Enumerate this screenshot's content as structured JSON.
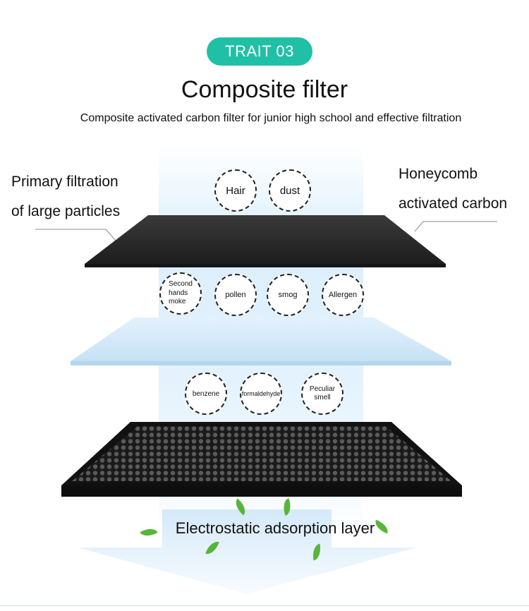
{
  "badge": {
    "label": "TRAIT 03"
  },
  "title": "Composite filter",
  "subtitle": "Composite activated carbon filter for junior high school and effective filtration",
  "labels": {
    "primary_line1": "Primary filtration",
    "primary_line2": "of large particles",
    "honeycomb_line1": "Honeycomb",
    "honeycomb_line2": "activated carbon",
    "electrostatic": "Electrostatic adsorption layer"
  },
  "layer1_particles": [
    {
      "text": "Hair"
    },
    {
      "text": "dust"
    }
  ],
  "layer2_particles": [
    {
      "line1": "Second",
      "line2": "hands",
      "line3": "moke"
    },
    {
      "text": "pollen"
    },
    {
      "text": "smog"
    },
    {
      "text": "Allergen"
    }
  ],
  "layer3_particles": [
    {
      "text": "benzene"
    },
    {
      "text": "formaldehyde"
    },
    {
      "line1": "Peculiar",
      "line2": "smell"
    }
  ],
  "colors": {
    "accent": "#1fc0a6",
    "leaf": "#58b53a",
    "filter_dark": "#2a2a2a"
  }
}
